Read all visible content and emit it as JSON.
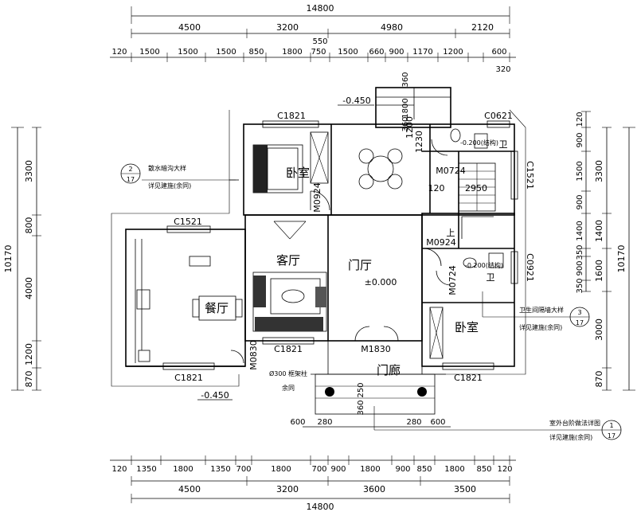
{
  "dimensions": {
    "overall_width": "14800",
    "top_major": [
      "4500",
      "3200",
      "4980",
      "2120"
    ],
    "top_minor": [
      "120",
      "1500",
      "1500",
      "1500",
      "850",
      "1800",
      "750",
      "1500",
      "660",
      "900",
      "1170",
      "1200",
      "600"
    ],
    "top_extra": [
      "550",
      "320"
    ],
    "bottom_minor": [
      "120",
      "1350",
      "1800",
      "1350",
      "700",
      "1800",
      "700",
      "900",
      "1800",
      "900",
      "850",
      "1800",
      "850",
      "120"
    ],
    "bottom_major": [
      "4500",
      "3200",
      "3600",
      "3500"
    ],
    "left_overall": "10170",
    "left_segments": [
      "3300",
      "800",
      "4000",
      "1200",
      "870"
    ],
    "right_overall": "10170",
    "right_outer": [
      "3300",
      "1400",
      "1600",
      "3000",
      "870"
    ],
    "right_inner": [
      "120",
      "900",
      "1500",
      "900",
      "1400",
      "350",
      "900",
      "350"
    ],
    "porch_dims": [
      "600",
      "280",
      "280",
      "600"
    ],
    "porch_vertical": [
      "250",
      "360"
    ],
    "stair_dims": [
      "360",
      "1800",
      "360"
    ]
  },
  "rooms": {
    "bedroom_nw": "卧室",
    "living": "客厅",
    "foyer": "门厅",
    "foyer_level": "±0.000",
    "dining": "餐厅",
    "bedroom_se": "卧室",
    "porch": "门廊",
    "bath_top": "卫",
    "bath_mid": "卫"
  },
  "labels": {
    "c1821_top": "C1821",
    "c0621": "C0621",
    "c1521_dining": "C1521",
    "c1521_right": "C1521",
    "c0921": "C0921",
    "c1821_living": "C1821",
    "c1821_dining": "C1821",
    "c1821_bed": "C1821",
    "m0924_bed": "M0924",
    "m0724_top": "M0724",
    "m0924_stair": "M0924",
    "m0724_bath": "M0724",
    "m1830": "M1830",
    "m0830": "M0830",
    "lvl_top": "-0.450",
    "lvl_bottom": "-0.450",
    "bath_lvl_top": "-0.200(结构)",
    "bath_lvl_mid": "-0.200(结构)",
    "stair_up": "上",
    "stair_1200": "1200",
    "stair_1230": "1230",
    "stair_120": "120",
    "stair_2950": "2950",
    "column_note_1": "Ø300 框架柱",
    "column_note_2": "余同"
  },
  "callouts": [
    {
      "line1": "散水暗沟大样",
      "line2": "详见建施(余同)",
      "num": "2",
      "den": "17"
    },
    {
      "line1": "卫生间隔墙大样",
      "line2": "详见建施(余同)",
      "num": "3",
      "den": "17"
    },
    {
      "line1": "室外台阶做法详图",
      "line2": "详见建施(余同)",
      "num": "1",
      "den": "17"
    }
  ]
}
